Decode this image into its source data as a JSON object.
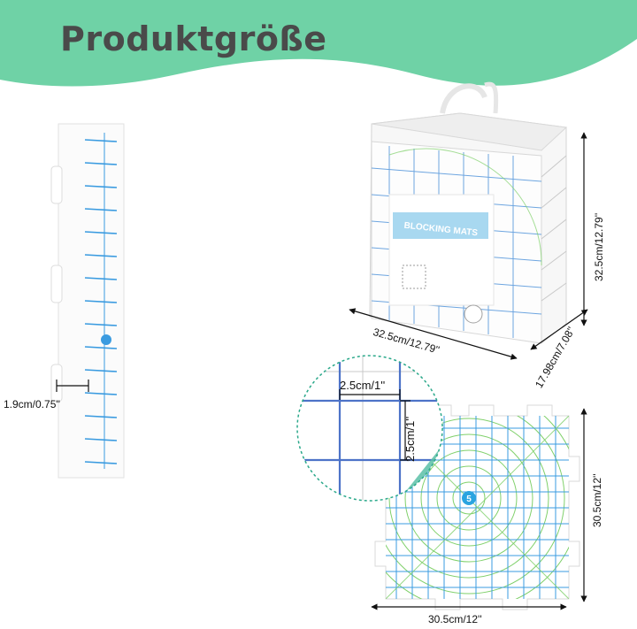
{
  "header": {
    "title": "Produktgröße",
    "band_color": "#6fd2a6"
  },
  "dimensions": {
    "thickness": "1.9cm/0.75''",
    "bag_height": "32.5cm/12.79''",
    "bag_width": "32.5cm/12.79''",
    "bag_depth": "17.98cm/7.08''",
    "mat_height": "30.5cm/12''",
    "mat_width": "30.5cm/12''",
    "grid_width": "2.5cm/1''",
    "grid_height": "2.5cm/1''"
  },
  "package": {
    "label": "BLOCKING MATS"
  },
  "mat": {
    "center_number": "5"
  },
  "colors": {
    "grid_blue": "#3a9be0",
    "arc_green": "#7fd06a",
    "zoom_dash": "#2aa88a",
    "zoom_grid": "#4d73c8"
  }
}
